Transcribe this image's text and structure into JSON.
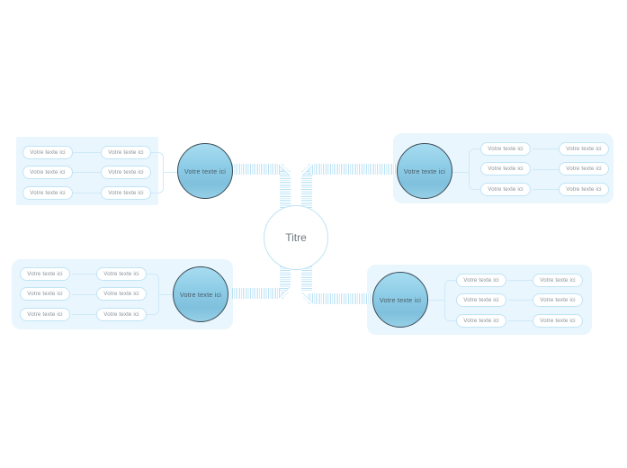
{
  "diagram": {
    "type": "mind-map",
    "title": "Titre",
    "default_label": "Votre texte ici",
    "colors": {
      "panel_background": "#eaf6fd",
      "pill_border": "#bfe4f5",
      "pill_background": "#ffffff",
      "branch_circle_border": "#3a4a55",
      "branch_circle_fill_top": "#a7dcf0",
      "branch_circle_fill_bottom": "#96cfe6",
      "center_circle_border": "#bfe4f5",
      "connector_line": "#cfe9f7",
      "ribbon_stripe": "#b9e2f6",
      "text_grey": "#8a9298",
      "title_text": "#6e7880",
      "canvas_background": "#ffffff"
    },
    "center": {
      "label": "Titre"
    },
    "branches": [
      {
        "id": "top-left",
        "position": "top-left",
        "circle_label": "Votre texte ici",
        "inner_nodes": [
          {
            "label": "Votre texte ici"
          },
          {
            "label": "Votre texte ici"
          },
          {
            "label": "Votre texte ici"
          }
        ],
        "outer_nodes": [
          {
            "label": "Votre texte ici"
          },
          {
            "label": "Votre texte ici"
          },
          {
            "label": "Votre texte ici"
          }
        ]
      },
      {
        "id": "top-right",
        "position": "top-right",
        "circle_label": "Votre texte ici",
        "inner_nodes": [
          {
            "label": "Votre texte ici"
          },
          {
            "label": "Votre texte ici"
          },
          {
            "label": "Votre texte ici"
          }
        ],
        "outer_nodes": [
          {
            "label": "Votre texte ici"
          },
          {
            "label": "Votre texte ici"
          },
          {
            "label": "Votre texte ici"
          }
        ]
      },
      {
        "id": "bottom-left",
        "position": "bottom-left",
        "circle_label": "Votre texte ici",
        "inner_nodes": [
          {
            "label": "Votre texte ici"
          },
          {
            "label": "Votre texte ici"
          },
          {
            "label": "Votre texte ici"
          }
        ],
        "outer_nodes": [
          {
            "label": "Votre texte ici"
          },
          {
            "label": "Votre texte ici"
          },
          {
            "label": "Votre texte ici"
          }
        ]
      },
      {
        "id": "bottom-right",
        "position": "bottom-right",
        "circle_label": "Votre texte ici",
        "inner_nodes": [
          {
            "label": "Votre texte ici"
          },
          {
            "label": "Votre texte ici"
          },
          {
            "label": "Votre texte ici"
          }
        ],
        "outer_nodes": [
          {
            "label": "Votre texte ici"
          },
          {
            "label": "Votre texte ici"
          },
          {
            "label": "Votre texte ici"
          }
        ]
      }
    ]
  }
}
